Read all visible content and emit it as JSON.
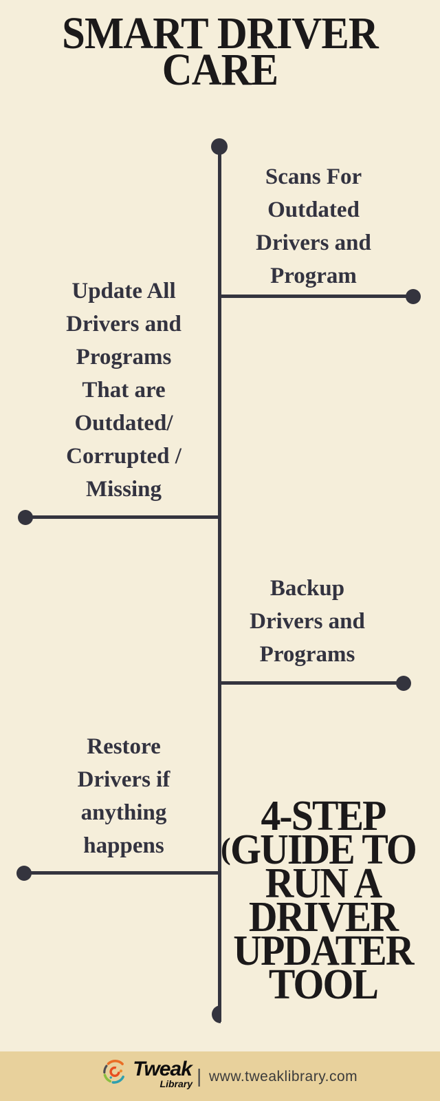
{
  "header": {
    "title": "SMART DRIVER\nCARE"
  },
  "timeline": {
    "steps": [
      {
        "label": "Scans For\nOutdated\nDrivers and\nProgram",
        "side": "right"
      },
      {
        "label": "Update All\nDrivers and\nPrograms\nThat are\nOutdated/\nCorrupted /\nMissing",
        "side": "left"
      },
      {
        "label": "Backup\nDrivers and\nPrograms",
        "side": "right"
      },
      {
        "label": "Restore\nDrivers if\nanything\nhappens",
        "side": "left"
      }
    ]
  },
  "guide_heading": {
    "text": "4-STEP\nGUIDE TO\nRUN A\nDRIVER\nUPDATER\nTOOL"
  },
  "artifact_glyph": "(",
  "footer": {
    "brand_name": "Tweak",
    "brand_subtitle": "Library",
    "separator": "|",
    "website_url": "www.tweaklibrary.com"
  },
  "colors": {
    "background": "#f5eeda",
    "footer_bar": "#e8d19c",
    "timeline_ink": "#34343e",
    "step_text": "#333340",
    "heading_ink": "#1b191a",
    "logo_orange": "#e96e26",
    "logo_red": "#e84e1f",
    "logo_green": "#8bbf3f",
    "logo_teal": "#2e9fae"
  }
}
